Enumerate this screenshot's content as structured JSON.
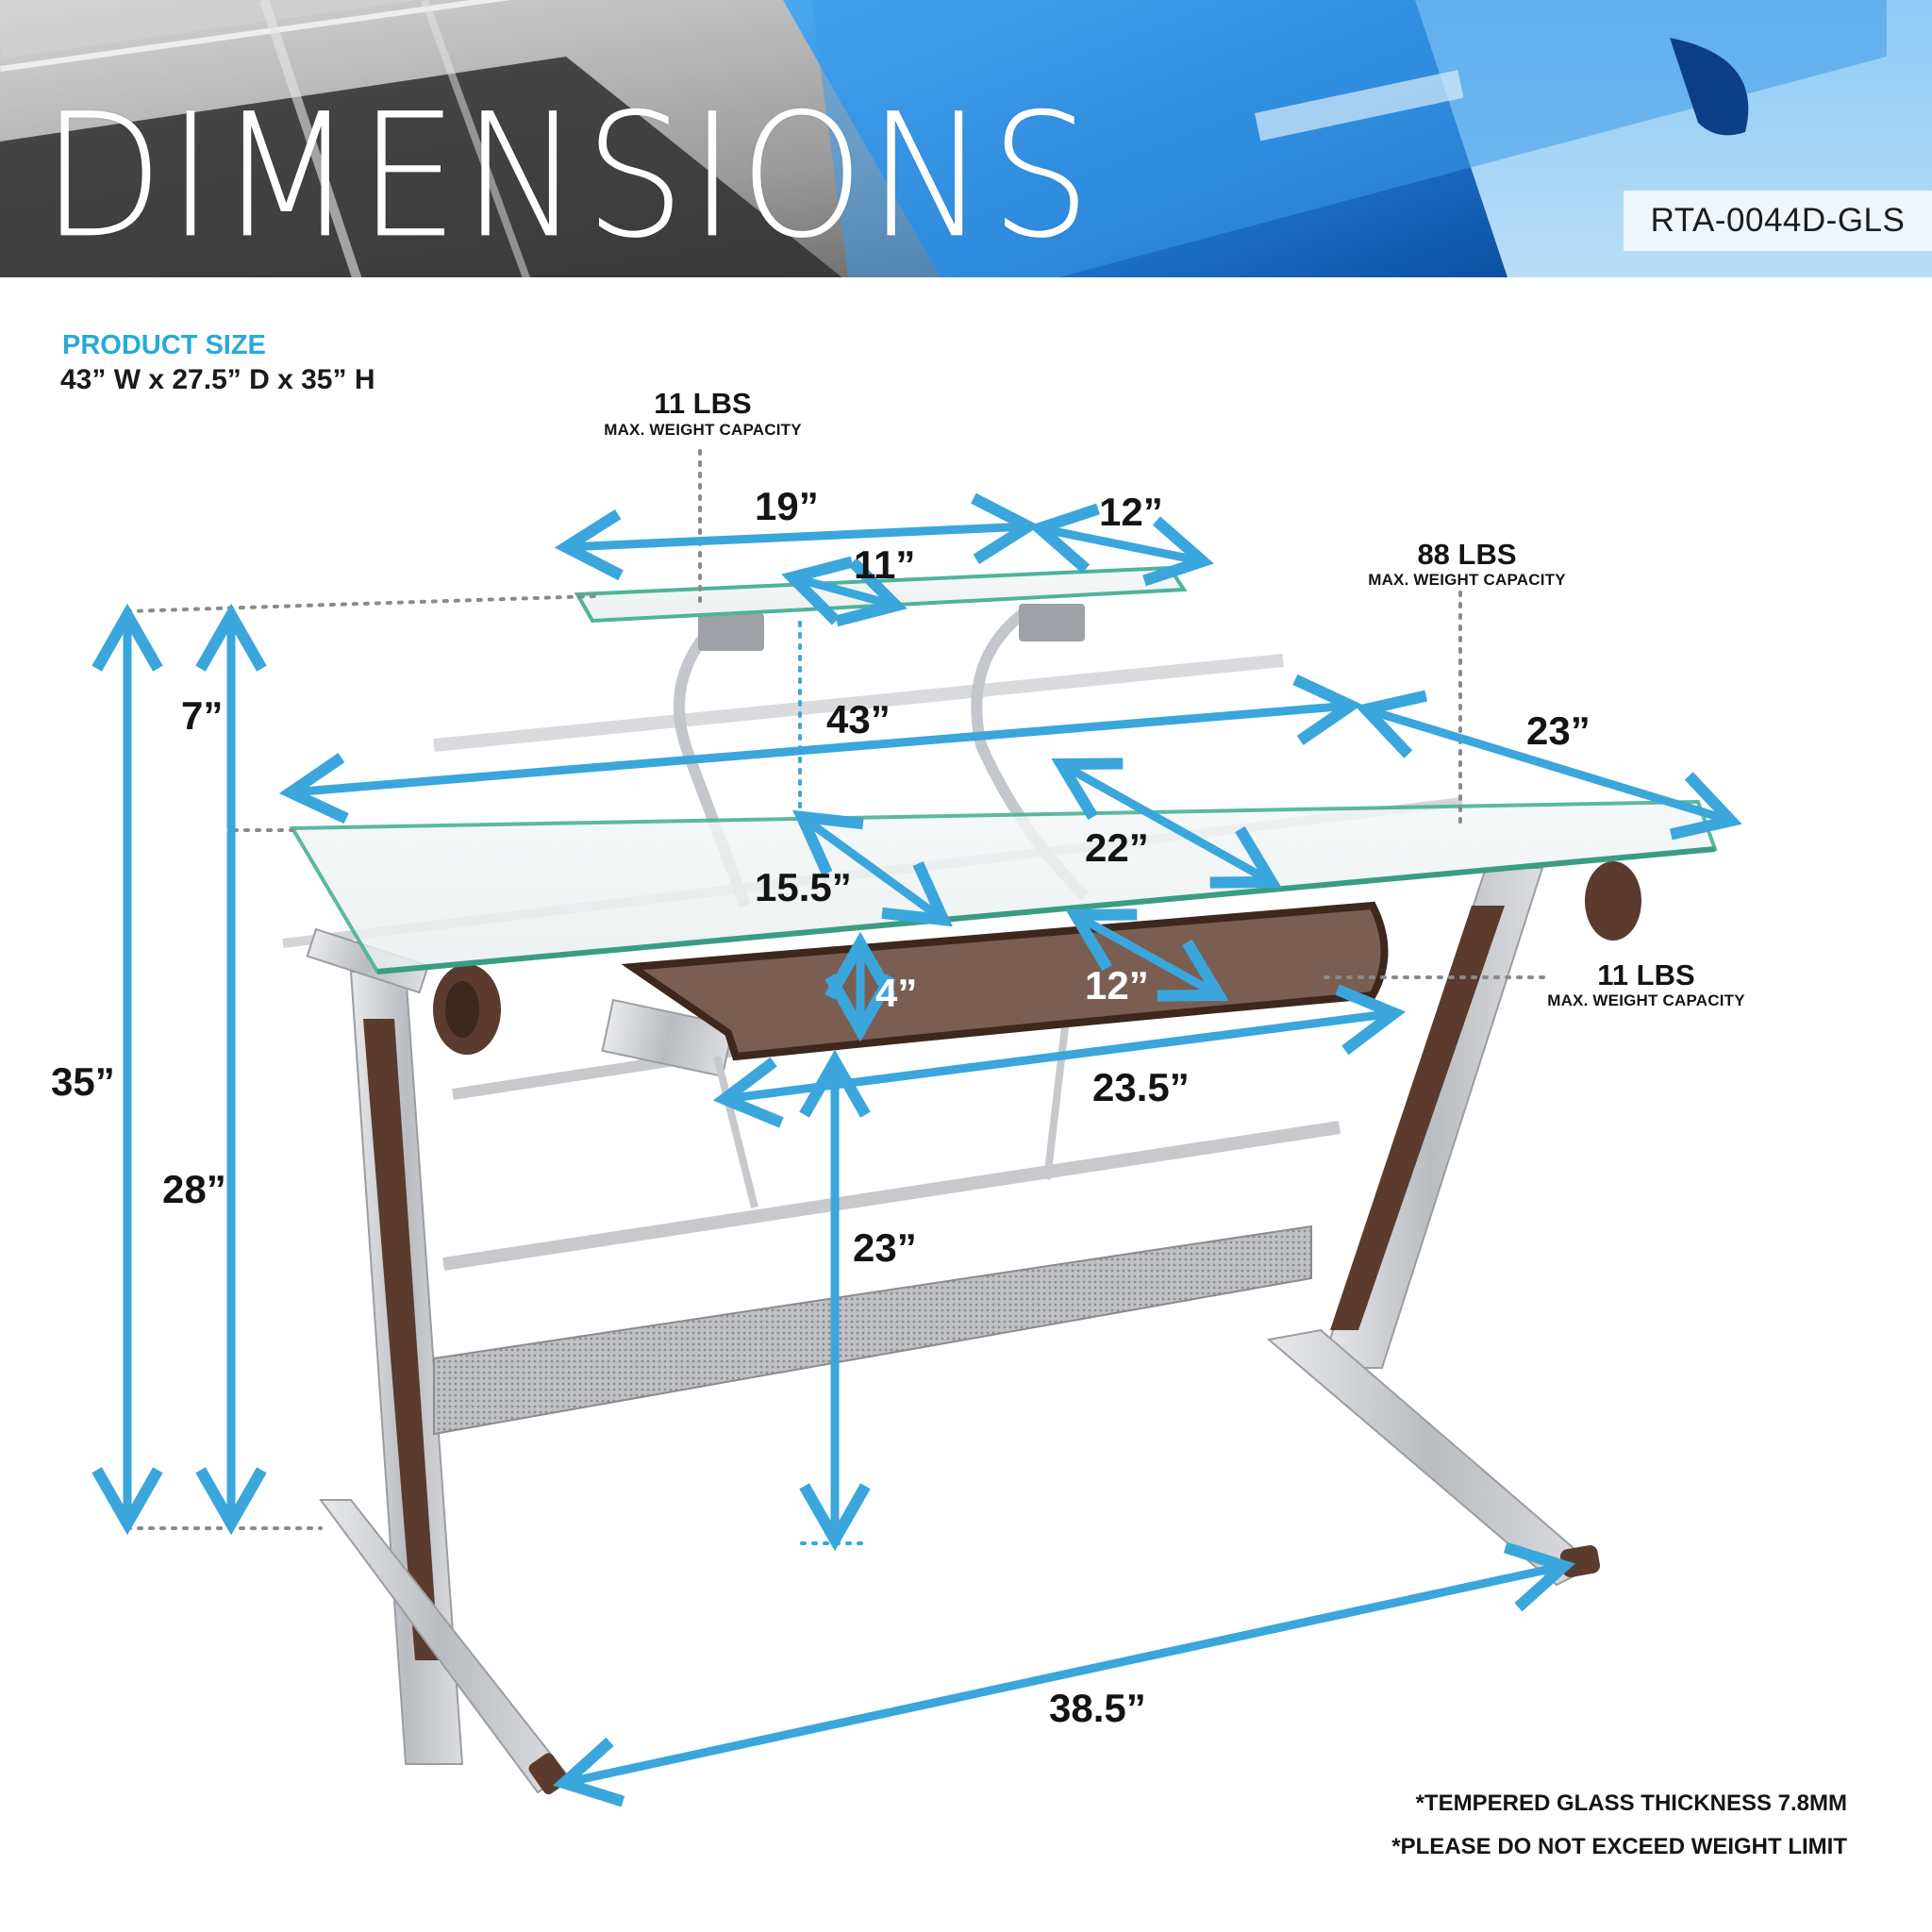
{
  "header": {
    "title": "DIMENSIONS",
    "model_number": "RTA-0044D-GLS"
  },
  "product_size": {
    "label": "PRODUCT SIZE",
    "value": "43” W x 27.5” D x 35” H"
  },
  "weight_capacities": [
    {
      "id": "monitor-shelf",
      "lbs": "11 LBS",
      "caption": "MAX. WEIGHT CAPACITY"
    },
    {
      "id": "desktop",
      "lbs": "88 LBS",
      "caption": "MAX. WEIGHT CAPACITY"
    },
    {
      "id": "keyboard-tray",
      "lbs": "11 LBS",
      "caption": "MAX. WEIGHT CAPACITY"
    }
  ],
  "dimensions": {
    "shelf_width": "19”",
    "shelf_depth": "12”",
    "shelf_inner": "11”",
    "shelf_height": "7”",
    "total_height": "35”",
    "desk_height": "28”",
    "desk_width": "43”",
    "desk_depth": "23”",
    "inner_depth": "22”",
    "shelf_to_edge": "15.5”",
    "tray_clearance": "4”",
    "tray_depth": "12”",
    "tray_width": "23.5”",
    "tray_height": "23”",
    "base_width": "38.5”"
  },
  "notes": [
    "*TEMPERED GLASS THICKNESS 7.8MM",
    "*PLEASE DO NOT EXCEED WEIGHT LIMIT"
  ],
  "colors": {
    "accent_blue": "#3aa6dc",
    "heading_blue": "#29a9d8",
    "glass_edge": "#4fb39a",
    "wood": "#5a3b2e",
    "steel": "#c9cbce"
  }
}
